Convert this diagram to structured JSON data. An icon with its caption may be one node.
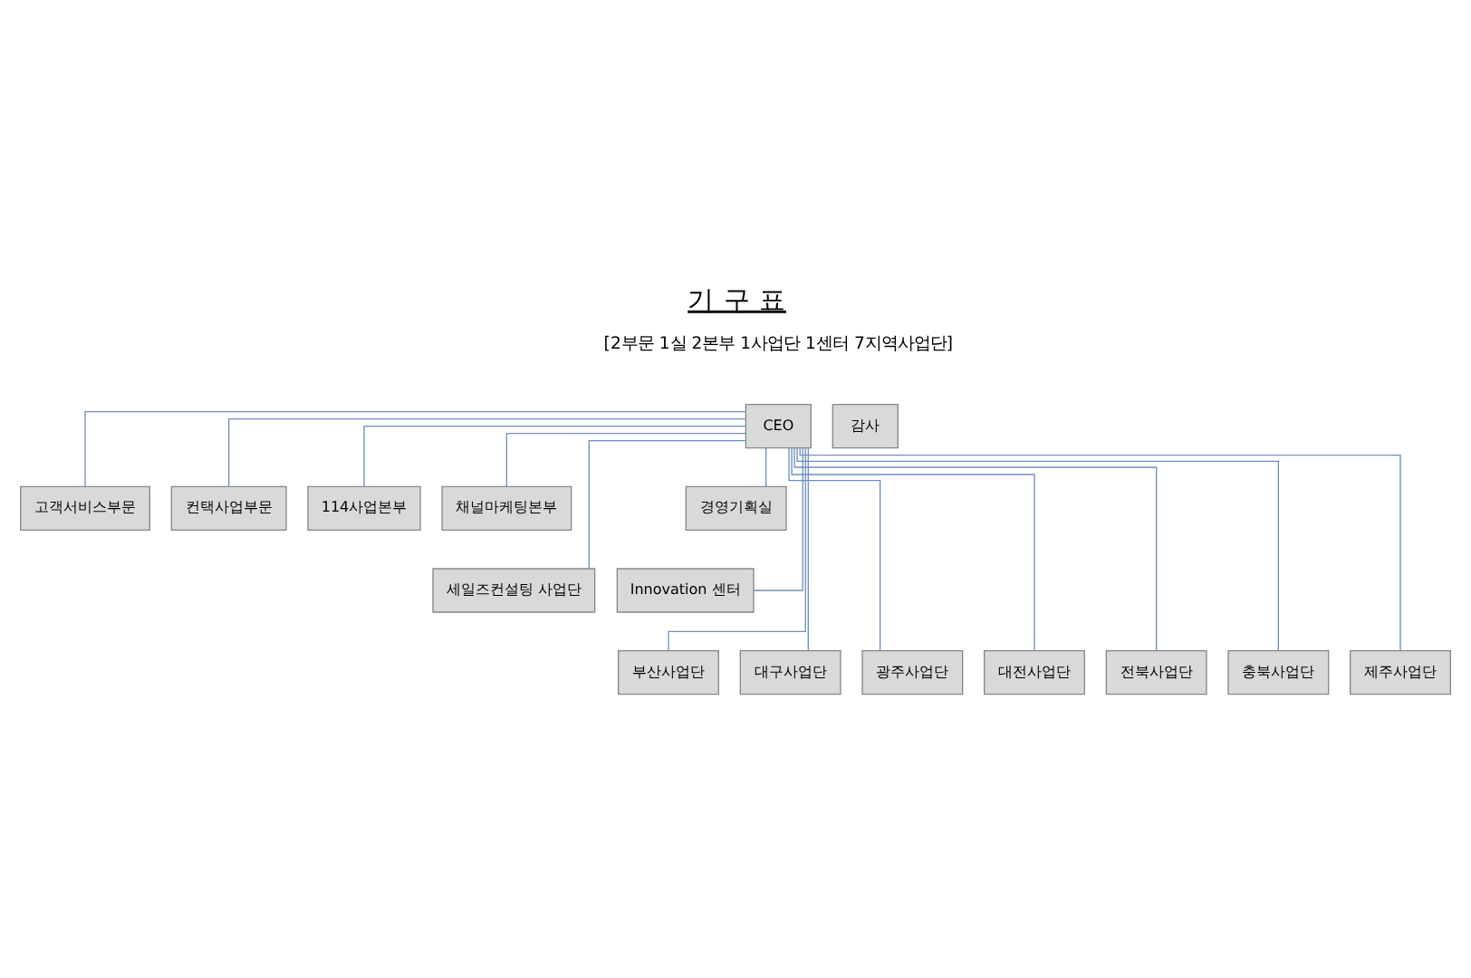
{
  "diagram": {
    "title": "기 구 표",
    "nodes": [
      {
        "text": [
          "CEO"
        ]
      },
      {
        "text": [
          "감사"
        ]
      },
      {
        "text": [
          "고객서비스부문"
        ]
      },
      {
        "text": [
          "컨택사업부문"
        ]
      },
      {
        "text": [
          "114사업본부"
        ]
      },
      {
        "text": [
          "채널마케팅본부"
        ]
      },
      {
        "text": [
          "세일즈컨설팅 사업단"
        ]
      },
      {
        "text": [
          "Innovation 센터"
        ]
      },
      {
        "text": [
          "경영기획실"
        ]
      },
      {
        "text": [
          "부산사업단"
        ]
      },
      {
        "text": [
          "대구사업단"
        ]
      },
      {
        "text": [
          "광주사업단"
        ]
      },
      {
        "text": [
          "대전사업단"
        ]
      },
      {
        "text": [
          "전북사업단"
        ]
      },
      {
        "text": [
          "충북사업단"
        ]
      },
      {
        "text": [
          "제주사업단"
        ]
      }
    ],
    "edges": [
      {
        "from": 0,
        "to": 2,
        "arrow": "none"
      },
      {
        "from": 0,
        "to": 3,
        "arrow": "none"
      },
      {
        "from": 0,
        "to": 4,
        "arrow": "none"
      },
      {
        "from": 0,
        "to": 5,
        "arrow": "none"
      },
      {
        "from": 0,
        "to": 6,
        "arrow": "none"
      },
      {
        "from": 0,
        "to": 7,
        "arrow": "none"
      },
      {
        "from": 0,
        "to": 8,
        "arrow": "none"
      },
      {
        "from": 0,
        "to": 9,
        "arrow": "none"
      },
      {
        "from": 0,
        "to": 10,
        "arrow": "none"
      },
      {
        "from": 0,
        "to": 11,
        "arrow": "none"
      },
      {
        "from": 0,
        "to": 12,
        "arrow": "none"
      },
      {
        "from": 0,
        "to": 13,
        "arrow": "none"
      },
      {
        "from": 0,
        "to": 14,
        "arrow": "none"
      },
      {
        "from": 0,
        "to": 15,
        "arrow": "none"
      }
    ],
    "labels": [
      "[2부문 1실 2본부 1사업단 1센터 7지역사업단]"
    ]
  }
}
